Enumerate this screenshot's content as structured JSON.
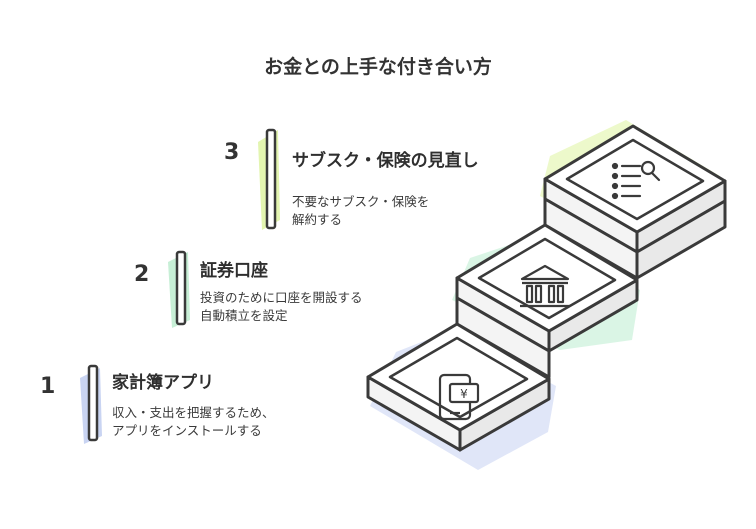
{
  "title": "お金との上手な付き合い方",
  "steps": [
    {
      "number": "1",
      "heading": "家計簿アプリ",
      "desc_lines": [
        "収入・支出を把握するため、",
        "アプリをインストールする"
      ],
      "icon": "phone-money-icon",
      "accent": "#c9d4f2"
    },
    {
      "number": "2",
      "heading": "証券口座",
      "desc_lines": [
        "投資のために口座を開設する",
        "自動積立を設定"
      ],
      "icon": "bank-icon",
      "accent": "#c7efd6"
    },
    {
      "number": "3",
      "heading": "サブスク・保険の見直し",
      "desc_lines": [
        "不要なサブスク・保険を",
        "解約する"
      ],
      "icon": "search-list-icon",
      "accent": "#e3f5b0"
    }
  ]
}
